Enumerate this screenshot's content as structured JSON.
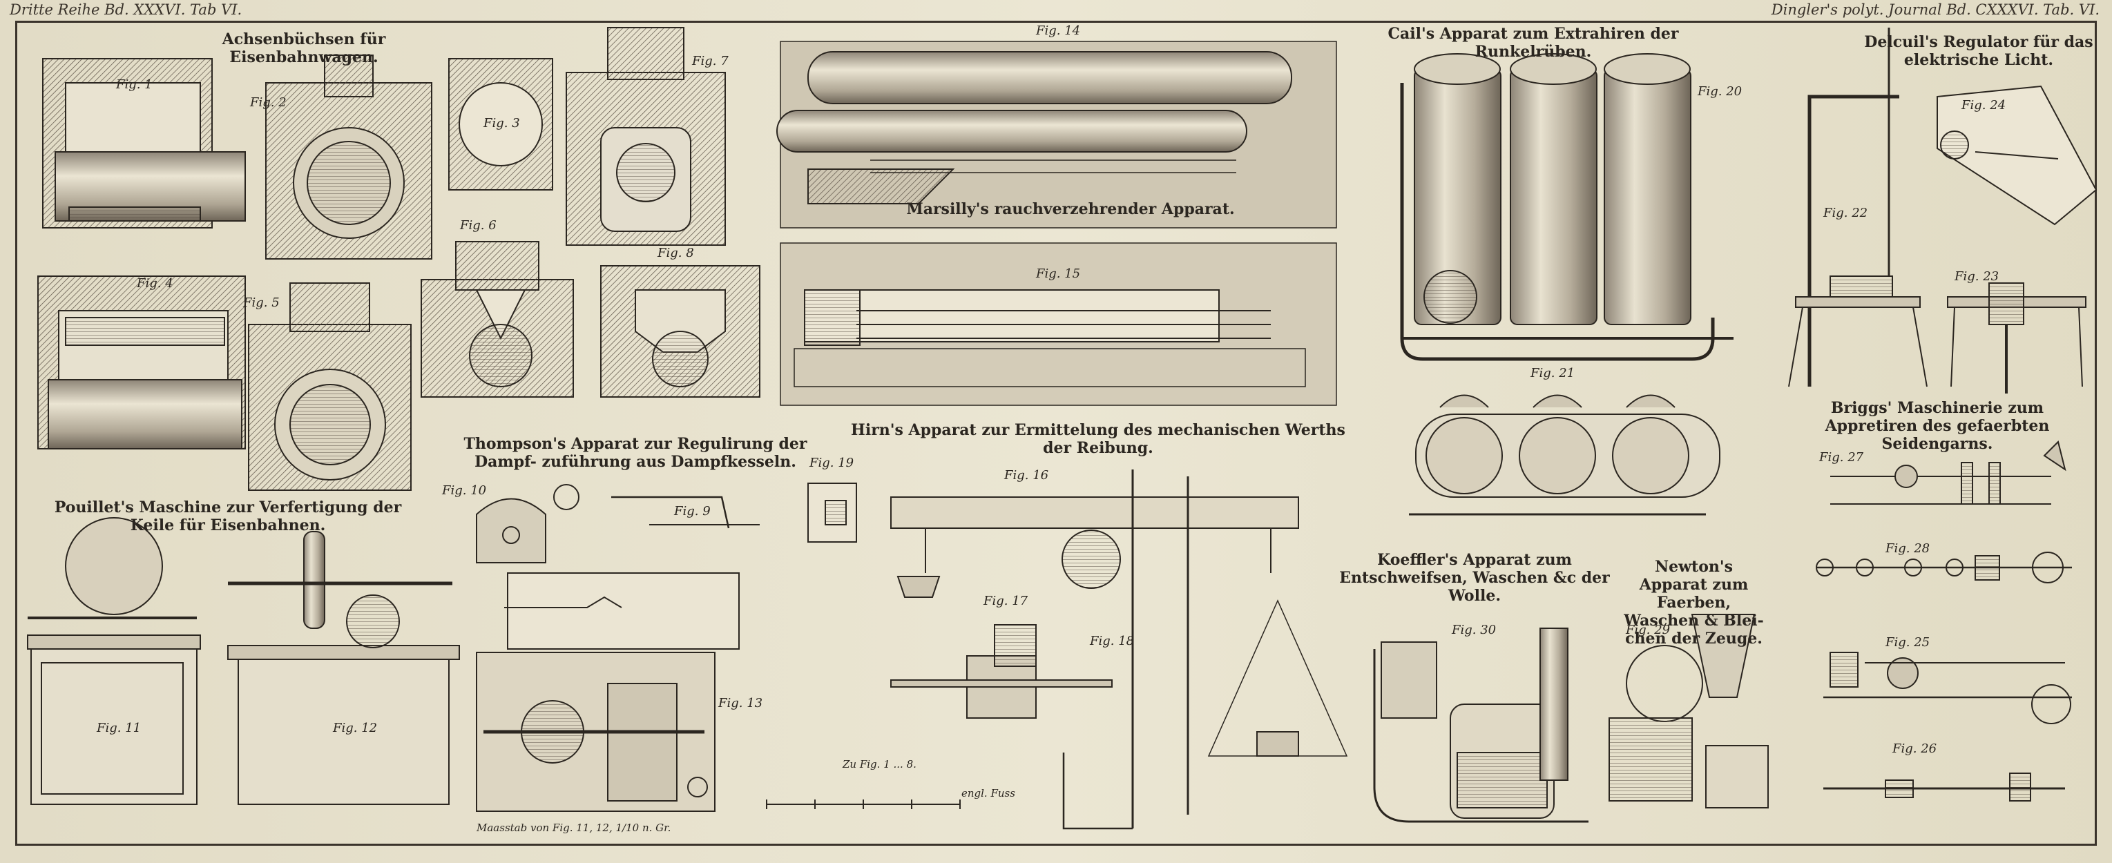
{
  "header": {
    "left": "Dritte Reihe Bd. XXXVI. Tab VI.",
    "right": "Dingler's polyt. Journal Bd. CXXXVI. Tab. VI."
  },
  "titles": {
    "achsen": "Achsenbüchsen für Eisenbahnwagen.",
    "marsilly": "Marsilly's rauchverzehrender Apparat.",
    "cail": "Cail's Apparat zum Extrahiren der Runkelrüben.",
    "delcuil": "Delcuil's Regulator für das elektrische Licht.",
    "thompson": "Thompson's Apparat zur Regulirung der Dampf- zuführung aus Dampfkesseln.",
    "hirn": "Hirn's Apparat zur Ermittelung des mechanischen Werths der Reibung.",
    "briggs": "Briggs' Maschinerie zum Appretiren des gefaerbten Seidengarns.",
    "pouillet": "Pouillet's Maschine zur Verfertigung der Keile für Eisenbahnen.",
    "koeffler": "Koeffler's Apparat zum Entschweifsen, Waschen &c der Wolle.",
    "newton": "Newton's Apparat zum Faerben, Waschen & Blei- chen der Zeuge."
  },
  "figs": {
    "f1": "Fig. 1",
    "f2": "Fig. 2",
    "f3": "Fig. 3",
    "f4": "Fig. 4",
    "f5": "Fig. 5",
    "f6": "Fig. 6",
    "f7": "Fig. 7",
    "f8": "Fig. 8",
    "f9": "Fig. 9",
    "f10": "Fig. 10",
    "f11": "Fig. 11",
    "f12": "Fig. 12",
    "f13": "Fig. 13",
    "f14": "Fig. 14",
    "f15": "Fig. 15",
    "f16": "Fig. 16",
    "f17": "Fig. 17",
    "f18": "Fig. 18",
    "f19": "Fig. 19",
    "f20": "Fig. 20",
    "f21": "Fig. 21",
    "f22": "Fig. 22",
    "f23": "Fig. 23",
    "f24": "Fig. 24",
    "f25": "Fig. 25",
    "f26": "Fig. 26",
    "f27": "Fig. 27",
    "f28": "Fig. 28",
    "f29": "Fig. 29",
    "f30": "Fig. 30"
  },
  "notes": {
    "zu_fig": "Zu Fig. 1 ... 8.",
    "engl_fuss": "engl. Fuss",
    "maasstab": "Maasstab von Fig. 11, 12, 1/10 n. Gr."
  },
  "colors": {
    "ink": "#2b2620",
    "paper": "#e6e0cc"
  }
}
